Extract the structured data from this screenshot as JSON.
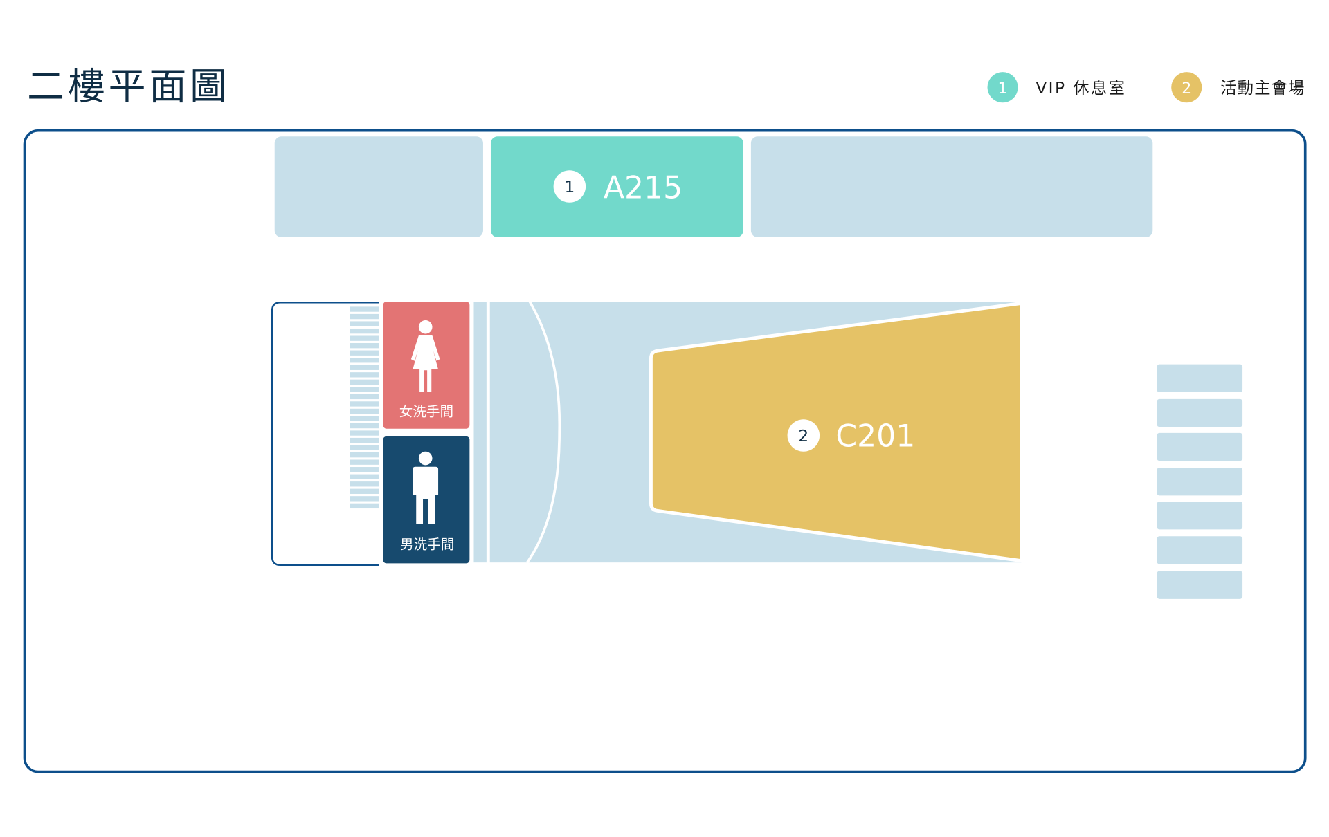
{
  "title": "二樓平面圖",
  "legend": [
    {
      "number": "1",
      "label": "VIP 休息室",
      "color": "#72d9cb"
    },
    {
      "number": "2",
      "label": "活動主會場",
      "color": "#e5c266"
    }
  ],
  "rooms": {
    "vip": {
      "number": "1",
      "code": "A215"
    },
    "main_hall": {
      "number": "2",
      "code": "C201"
    },
    "women_restroom": {
      "label": "女洗手間"
    },
    "men_restroom": {
      "label": "男洗手間"
    }
  },
  "colors": {
    "border": "#0d4f8b",
    "room": "#c7dfea",
    "women": "#e37474",
    "men": "#174a6e",
    "title": "#0f2d44"
  }
}
